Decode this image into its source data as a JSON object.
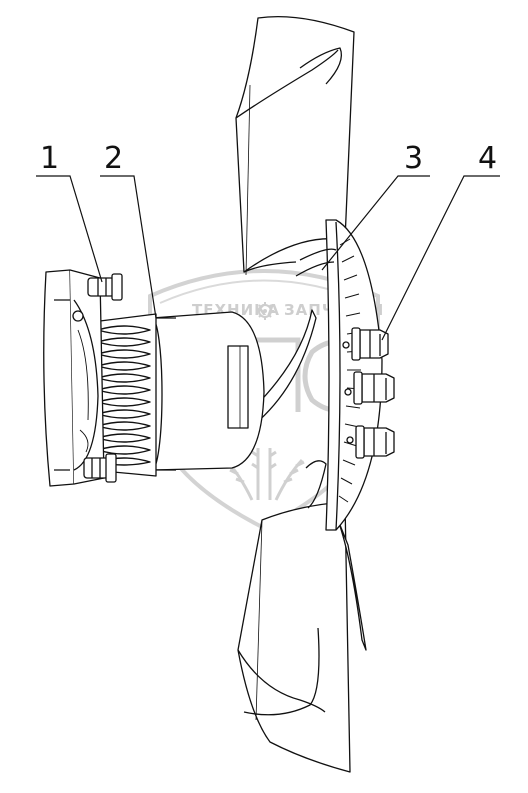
{
  "callouts": [
    {
      "id": "1",
      "label": "1"
    },
    {
      "id": "2",
      "label": "2"
    },
    {
      "id": "3",
      "label": "3"
    },
    {
      "id": "4",
      "label": "4"
    }
  ],
  "watermark": {
    "left_word": "ТЕХНИКА",
    "right_word": "ЗАПЧАСТИ",
    "monogram": "ЭПС"
  },
  "colors": {
    "line": "#111111",
    "watermark": "#c9c9c9"
  }
}
